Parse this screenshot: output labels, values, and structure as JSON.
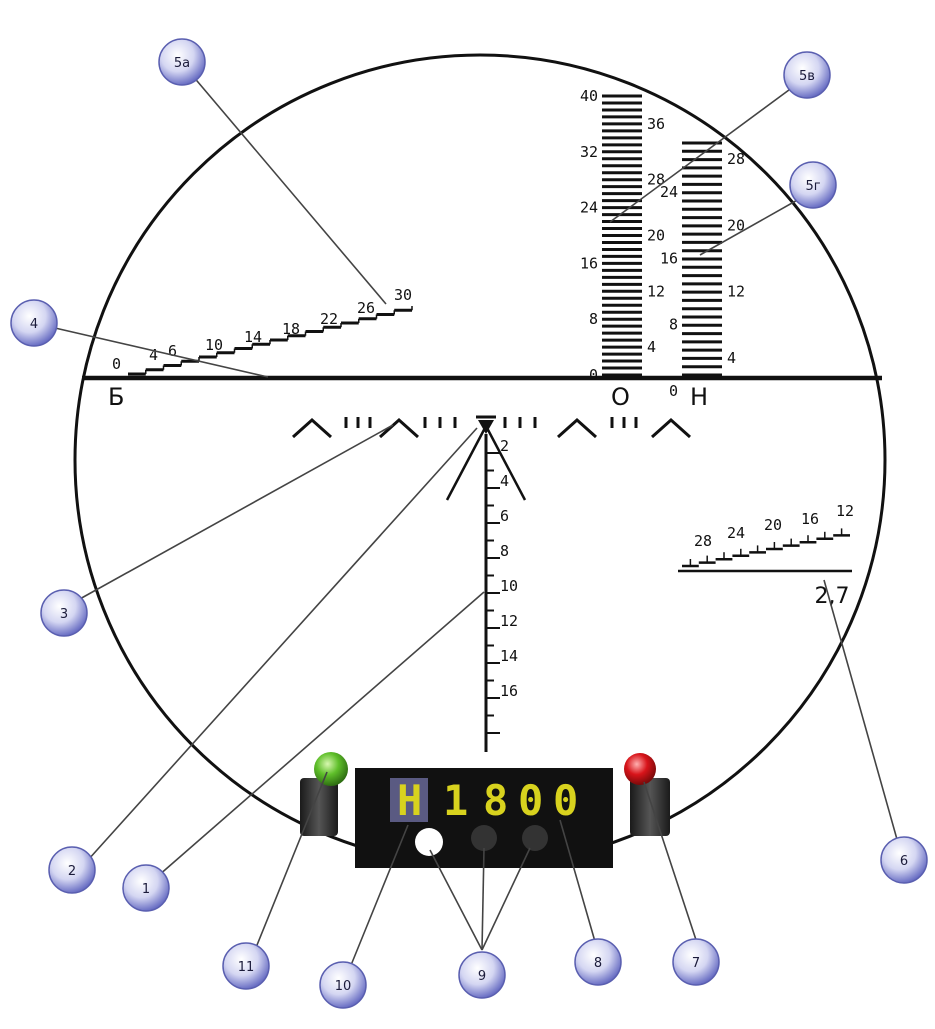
{
  "reticle": {
    "horizontal_letters": {
      "left": "Б",
      "middle": "О",
      "right": "Н"
    },
    "scale_5a": {
      "labels": [
        "0",
        "4",
        "6",
        "10",
        "14",
        "18",
        "22",
        "26",
        "30"
      ]
    },
    "scale_5v": {
      "labels": [
        "40",
        "36",
        "32",
        "28",
        "24",
        "20",
        "16",
        "12",
        "8",
        "4",
        "0"
      ]
    },
    "scale_5g": {
      "labels": [
        "28",
        "24",
        "20",
        "16",
        "12",
        "8",
        "4",
        "0"
      ]
    },
    "vertical_scale": {
      "labels": [
        "2",
        "4",
        "6",
        "8",
        "10",
        "12",
        "14",
        "16"
      ]
    },
    "rangefinder_scale": {
      "labels": [
        "28",
        "24",
        "20",
        "16",
        "12"
      ],
      "value_label": "2,7"
    }
  },
  "display": {
    "mode_letter": "Н",
    "digits": [
      "1",
      "8",
      "0",
      "0"
    ],
    "indicator_colors": {
      "left_lamp": "#5fbf2a",
      "right_lamp": "#d8141a",
      "display_bg": "#111111",
      "digit_color": "#d8d21e"
    }
  },
  "callouts": [
    "5а",
    "5в",
    "5г",
    "4",
    "3",
    "2",
    "1",
    "6",
    "11",
    "10",
    "9",
    "8",
    "7"
  ]
}
